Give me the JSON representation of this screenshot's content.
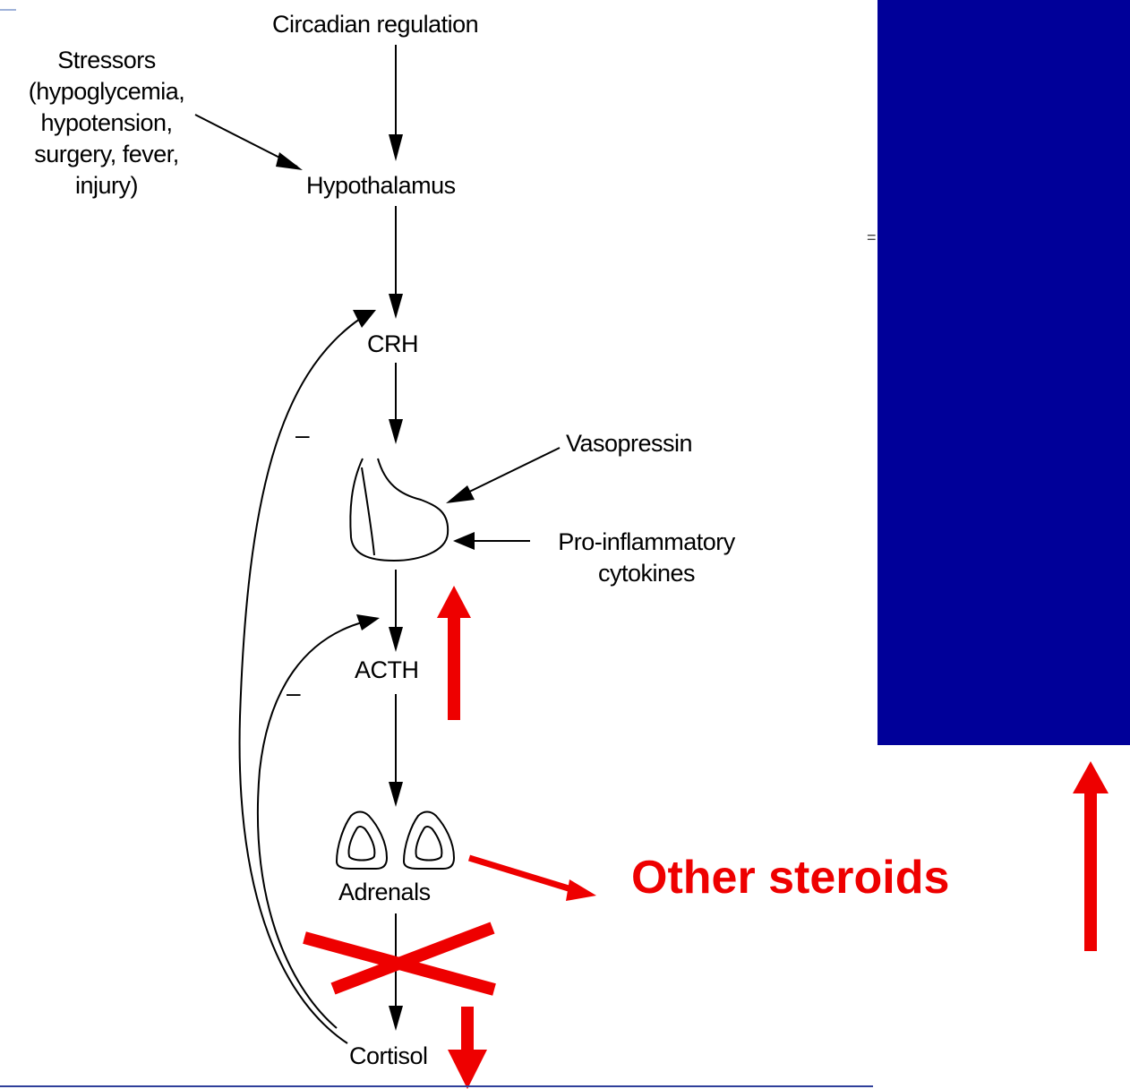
{
  "diagram": {
    "nodes": {
      "circadian": "Circadian regulation",
      "stressors": "Stressors\n(hypoglycemia,\nhypotension,\nsurgery, fever,\ninjury)",
      "hypothalamus": "Hypothalamus",
      "crh": "CRH",
      "vasopressin": "Vasopressin",
      "cytokines": "Pro-inflammatory\ncytokines",
      "acth": "ACTH",
      "adrenals": "Adrenals",
      "cortisol": "Cortisol"
    },
    "feedback_sign_1": "–",
    "feedback_sign_2": "–"
  },
  "annotations": {
    "other_steroids": "Other steroids",
    "annotation_color": "#ee0000"
  },
  "panel": {
    "color": "#000099",
    "equal_sign": "="
  }
}
